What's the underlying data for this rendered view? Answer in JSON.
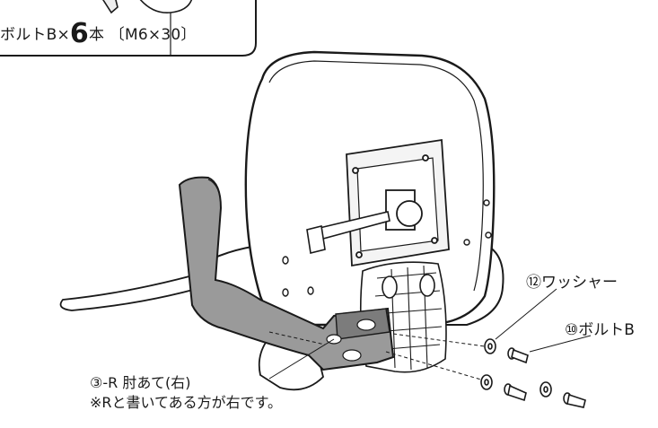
{
  "callout": {
    "prefix": "ボルトB×",
    "count": "6",
    "suffix": "本 〔M6×30〕"
  },
  "labels": {
    "washer": "⑫ワッシャー",
    "bolt": "⑩ボルトB",
    "armrest": "③-R 肘あて(右)",
    "note": "※Rと書いてある方が右です。"
  },
  "colors": {
    "line": "#1a1a1a",
    "armrest_fill": "#9a9a9a",
    "armrest_dark": "#7c7c7c",
    "seat_fill": "#ffffff",
    "plate_fill": "#f4f4f4"
  }
}
